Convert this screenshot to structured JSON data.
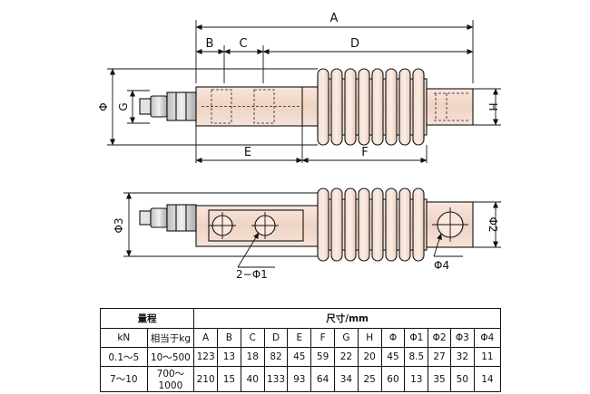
{
  "drawing": {
    "labels": {
      "A": "A",
      "B": "B",
      "C": "C",
      "D": "D",
      "E": "E",
      "F": "F",
      "G": "G",
      "H": "H",
      "phi": "Φ",
      "phi2": "Φ2",
      "phi3": "Φ3",
      "phi4": "Φ4",
      "phi1_callout": "2−Φ1"
    },
    "colors": {
      "body": "#f1d9cc",
      "connector": "#d9d9d9",
      "ink": "#111111"
    }
  },
  "table": {
    "header_range": "量程",
    "header_dims": "尺寸/mm",
    "col_kn": "kN",
    "col_kg": "相当于kg",
    "dim_cols": [
      "A",
      "B",
      "C",
      "D",
      "E",
      "F",
      "G",
      "H",
      "Φ",
      "Φ1",
      "Φ2",
      "Φ3",
      "Φ4"
    ],
    "rows": [
      {
        "kn": "0.1～5",
        "kg": "10～500",
        "values": [
          "123",
          "13",
          "18",
          "82",
          "45",
          "59",
          "22",
          "20",
          "45",
          "8.5",
          "27",
          "32",
          "11"
        ]
      },
      {
        "kn": "7～10",
        "kg": "700～1000",
        "values": [
          "210",
          "15",
          "40",
          "133",
          "93",
          "64",
          "34",
          "25",
          "60",
          "13",
          "35",
          "50",
          "14"
        ]
      }
    ]
  }
}
